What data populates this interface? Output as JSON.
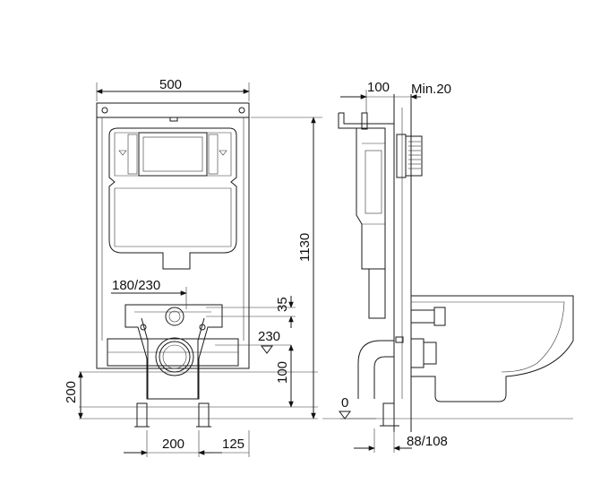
{
  "front_view": {
    "width_label": "500",
    "inlet_label": "180/230",
    "outlet_label": "200",
    "bolt_label": "125",
    "floor_label": "200"
  },
  "height_dims": {
    "overall_label": "1130",
    "offset_label": "35",
    "pipe_label": "230",
    "axis_label": "100",
    "zero_label": "0"
  },
  "side_view": {
    "depth_label": "100",
    "wall_label": "Min.20",
    "base_label": "88/108"
  }
}
